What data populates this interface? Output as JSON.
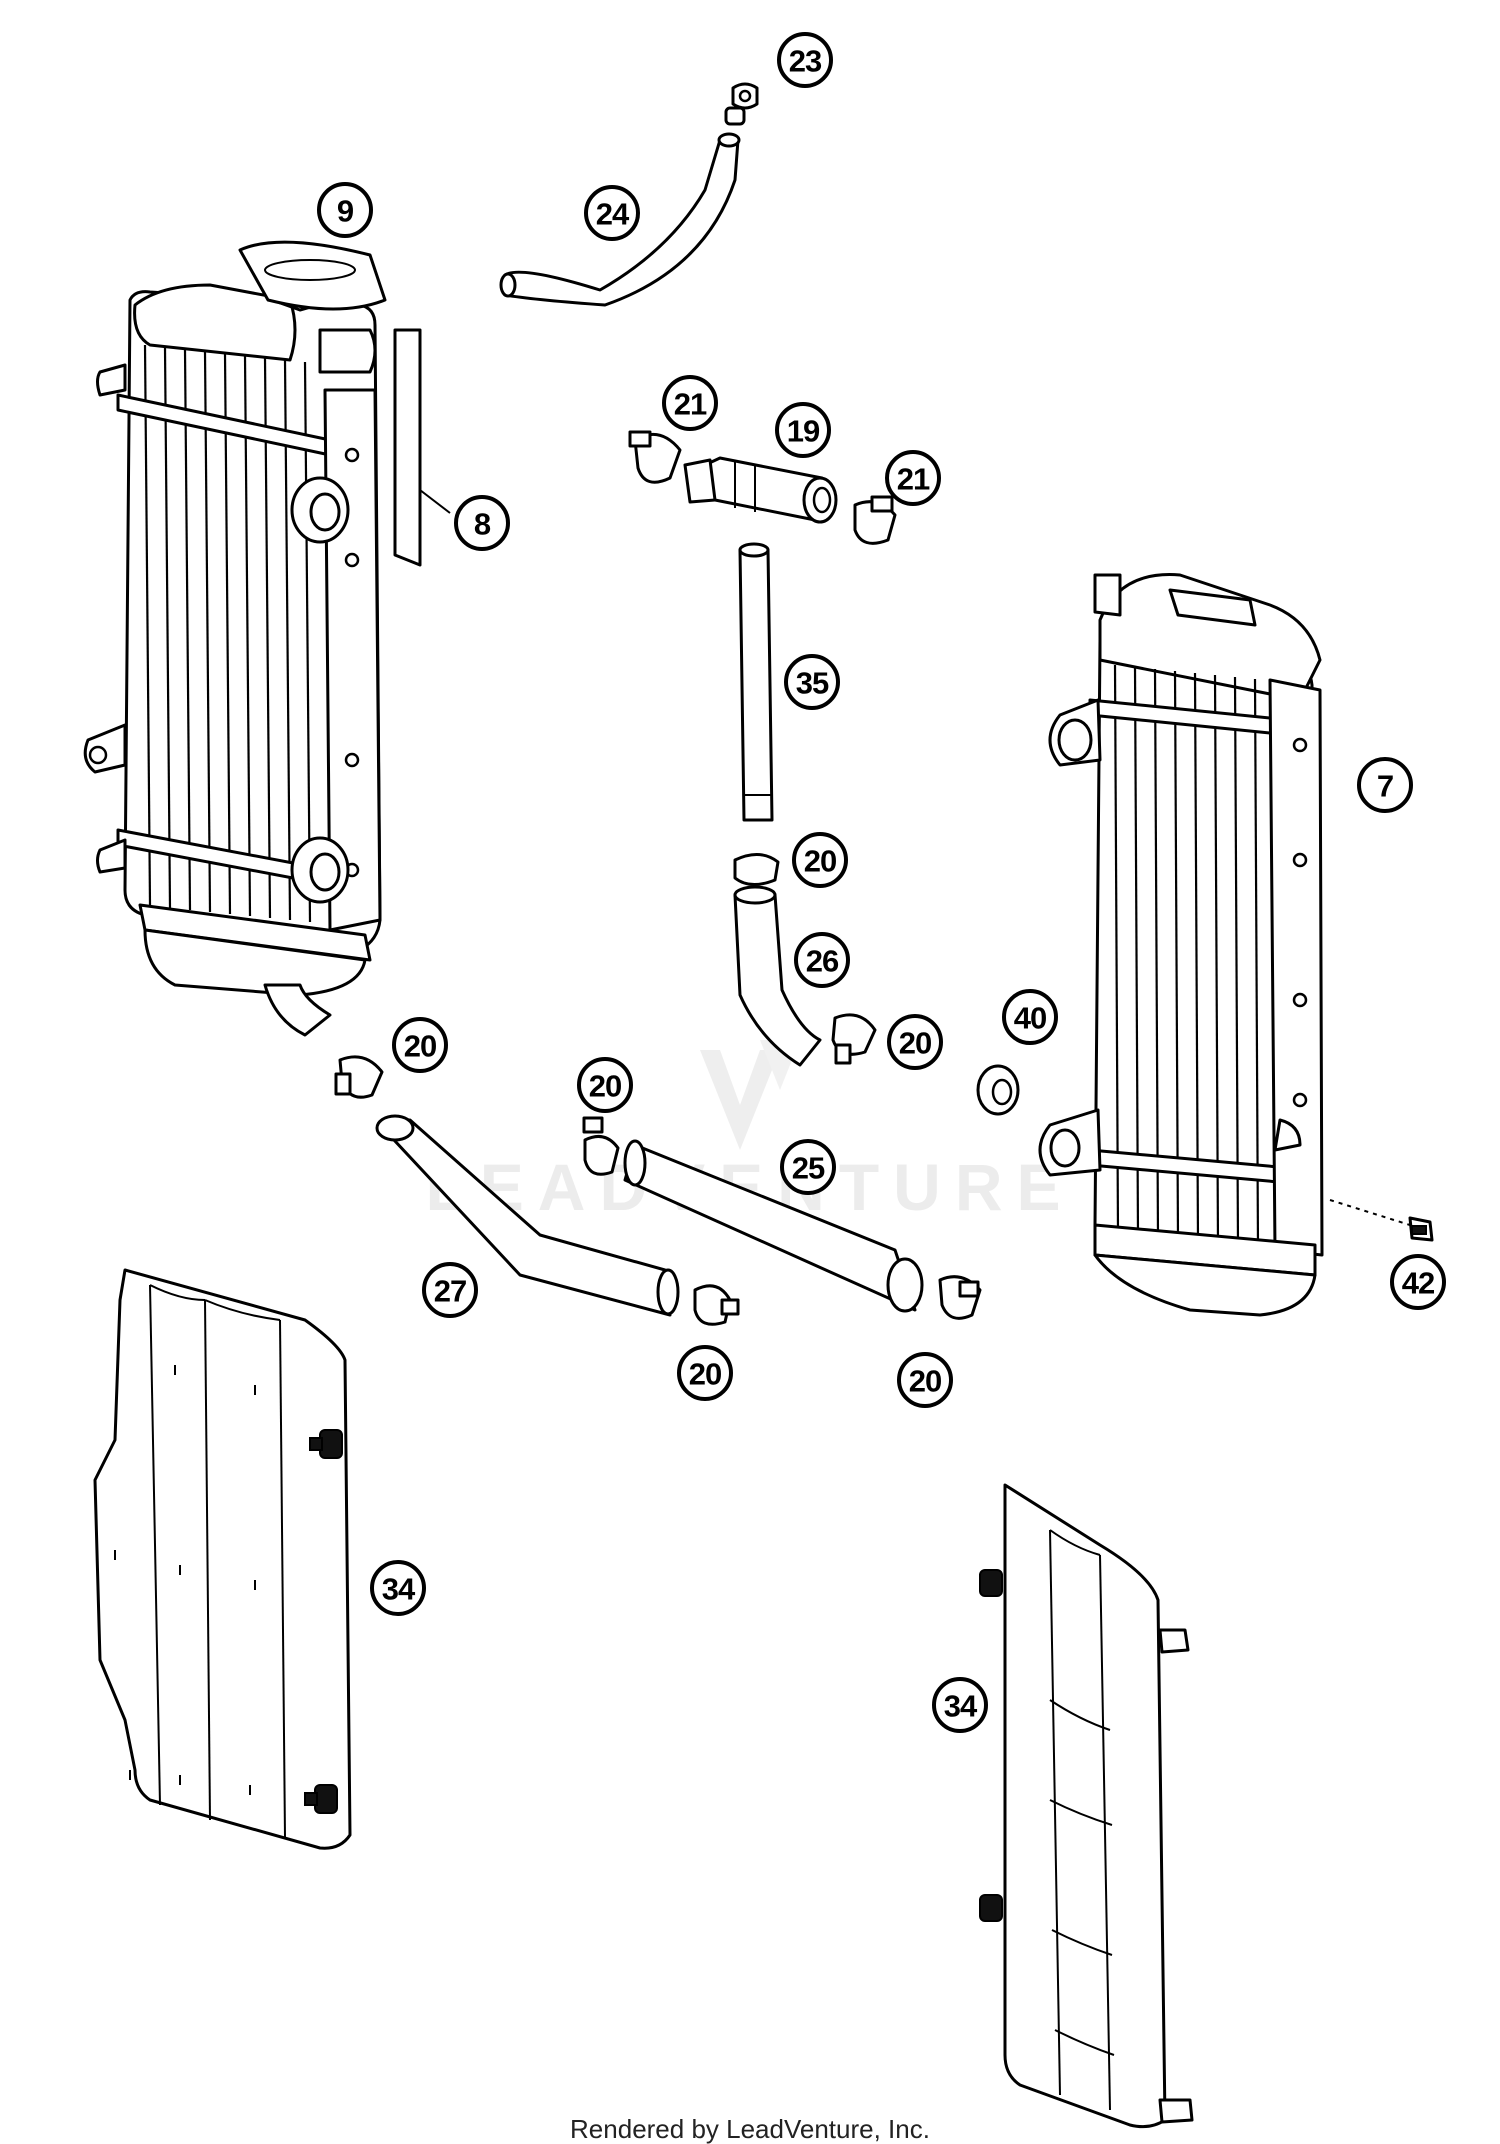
{
  "diagram": {
    "watermark": "LEADVENTURE",
    "credit": "Rendered by LeadVenture, Inc.",
    "callouts": [
      {
        "key": "c23",
        "label": "23"
      },
      {
        "key": "c24",
        "label": "24"
      },
      {
        "key": "c9",
        "label": "9"
      },
      {
        "key": "c8",
        "label": "8"
      },
      {
        "key": "c21a",
        "label": "21"
      },
      {
        "key": "c19",
        "label": "19"
      },
      {
        "key": "c21b",
        "label": "21"
      },
      {
        "key": "c35",
        "label": "35"
      },
      {
        "key": "c7",
        "label": "7"
      },
      {
        "key": "c20a",
        "label": "20"
      },
      {
        "key": "c26",
        "label": "26"
      },
      {
        "key": "c20b",
        "label": "20"
      },
      {
        "key": "c40",
        "label": "40"
      },
      {
        "key": "c20c",
        "label": "20"
      },
      {
        "key": "c20d",
        "label": "20"
      },
      {
        "key": "c25",
        "label": "25"
      },
      {
        "key": "c27",
        "label": "27"
      },
      {
        "key": "c20e",
        "label": "20"
      },
      {
        "key": "c20f",
        "label": "20"
      },
      {
        "key": "c42",
        "label": "42"
      },
      {
        "key": "c34a",
        "label": "34"
      },
      {
        "key": "c34b",
        "label": "34"
      }
    ]
  }
}
